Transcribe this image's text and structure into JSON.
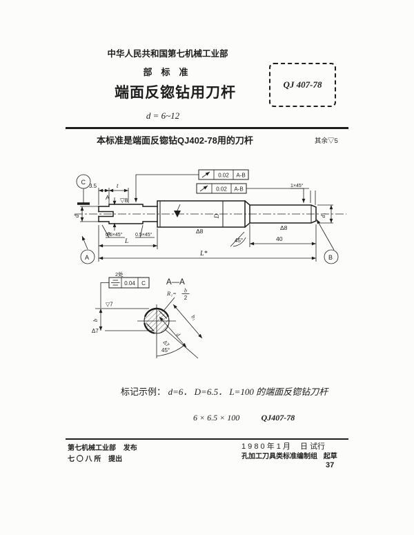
{
  "page": {
    "paper_color": "#fcfcfa",
    "ink_color": "#1d1d1d"
  },
  "header": {
    "ministry": "中华人民共和国第七机械工业部",
    "category": "部　标　准",
    "title": "端面反锪钻用刀杆",
    "range": "d = 6~12",
    "code": "QJ 407-78",
    "scope": "本标准是端面反锪钻QJ402-78用的刀杆",
    "finish_note": "其余▽5"
  },
  "main_view": {
    "datum_c": "C",
    "datum_a": "A",
    "datum_b": "B",
    "dim_3_5": "3.5",
    "dim_t": "t",
    "section_arrow_top": "A",
    "section_arrow_bottom": "A",
    "finish_top": "▽8",
    "dim_d": "d",
    "chamfer_left_1": "0.5×45°",
    "chamfer_left_2": "0.5×45°",
    "dim_L": "L",
    "dim_L_star": "L*",
    "finish_mid": "Δ8",
    "dim_D": "D",
    "angle_cone": "45°",
    "finish_right": "Δ8",
    "dim_40": "40",
    "chamfer_right": "1×45°",
    "dim_d1": "d₁",
    "runout_frames": [
      {
        "symbol": "circular-runout",
        "value": "0.02",
        "datum": "A-B"
      },
      {
        "symbol": "circular-runout",
        "value": "0.02",
        "datum": "A-B"
      }
    ]
  },
  "section_view": {
    "places_note": "2处",
    "symmetry": {
      "symbol": "symmetry",
      "value": "0.04",
      "datum": "C"
    },
    "title": "A—A",
    "radius_prefix": "R₁=",
    "radius_num": "b",
    "radius_den": "2",
    "finish_top": "▽7",
    "finish_bottom": "Δ7",
    "dim_b": "b",
    "dim_b1": "b₁",
    "dim_d": "d",
    "finish_flat": "Δ7",
    "angle": "45°"
  },
  "example": {
    "label": "标记示例：",
    "description": "d=6． D=6.5． L=100 的端面反锪钻刀杆",
    "designation": "6 × 6.5 × 100",
    "code": "QJ407-78"
  },
  "footer": {
    "issuer": "第七机械工业部",
    "issue_verb": "发布",
    "proposer": "七 〇 八 所",
    "propose_verb": "提出",
    "date_line": "1 9 8 0 年 1 月　 日 试行",
    "drafter": "孔加工刀具类标准编制组",
    "draft_verb": "起草",
    "page_number": "37"
  }
}
